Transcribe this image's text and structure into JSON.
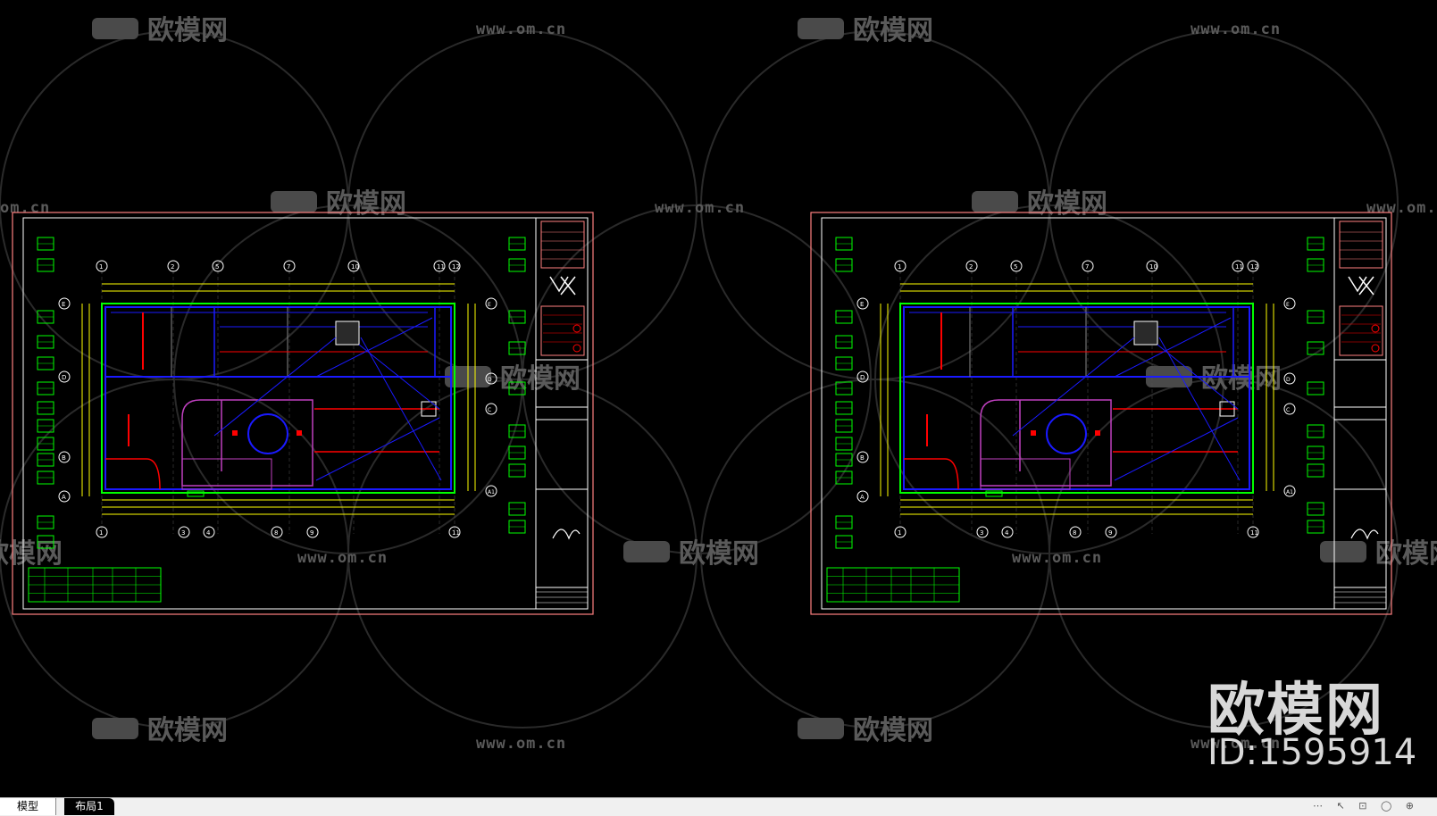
{
  "watermark": {
    "brand": "欧模网",
    "url": "www.om.cn",
    "url_partial": "om.cn",
    "url_partial_right": "www.om.c",
    "big_brand": "欧模网",
    "big_id": "ID:1595914"
  },
  "tabs": {
    "model": "模型",
    "layout1": "布局1"
  },
  "drawing": {
    "grid_top": [
      "1",
      "2",
      "5",
      "7",
      "10",
      "11",
      "12"
    ],
    "grid_bottom": [
      "1",
      "3",
      "4",
      "8",
      "9",
      "11"
    ],
    "grid_left": [
      "E",
      "D",
      "B",
      "A"
    ],
    "grid_right": [
      "E",
      "D",
      "C",
      "A1"
    ]
  },
  "colors": {
    "frame": "#ff8080",
    "wall": "#1a1aff",
    "dim": "#ffff00",
    "green": "#00ff00",
    "red": "#ff0000",
    "purple": "#c040c0",
    "white": "#ffffff",
    "watermark": "#5a5a5a"
  }
}
